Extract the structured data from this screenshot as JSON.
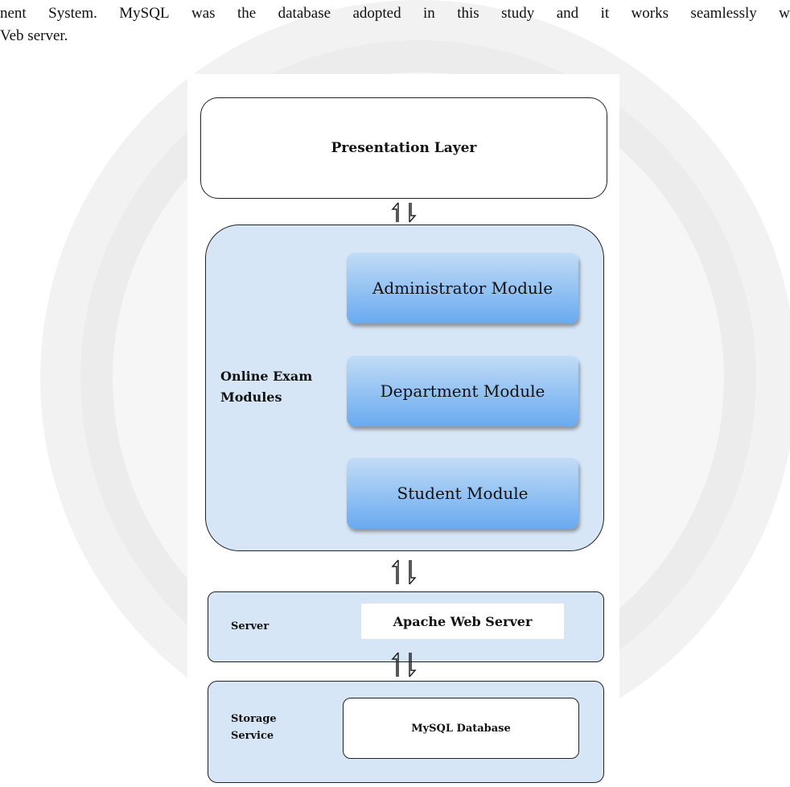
{
  "text": {
    "line1_words": [
      "nent",
      "System.",
      "MySQL",
      "was",
      "the",
      "database",
      "adopted",
      "in",
      "this",
      "study",
      "and",
      "it",
      "works",
      "seamlessly",
      "w"
    ],
    "line2": "Veb server."
  },
  "diagram": {
    "presentation": "Presentation Layer",
    "modules_label_1": "Online Exam",
    "modules_label_2": "Modules",
    "module_admin": "Administrator Module",
    "module_department": "Department Module",
    "module_student": "Student Module",
    "server_label": "Server",
    "server_value": "Apache Web Server",
    "storage_label_1": "Storage",
    "storage_label_2": "Service",
    "storage_value": "MySQL Database"
  },
  "colors": {
    "module_fill": "#d7e6f7",
    "module_button_top": "#c2dcf6",
    "module_button_bottom": "#69aaf0",
    "watermark": "#eeeeee"
  }
}
